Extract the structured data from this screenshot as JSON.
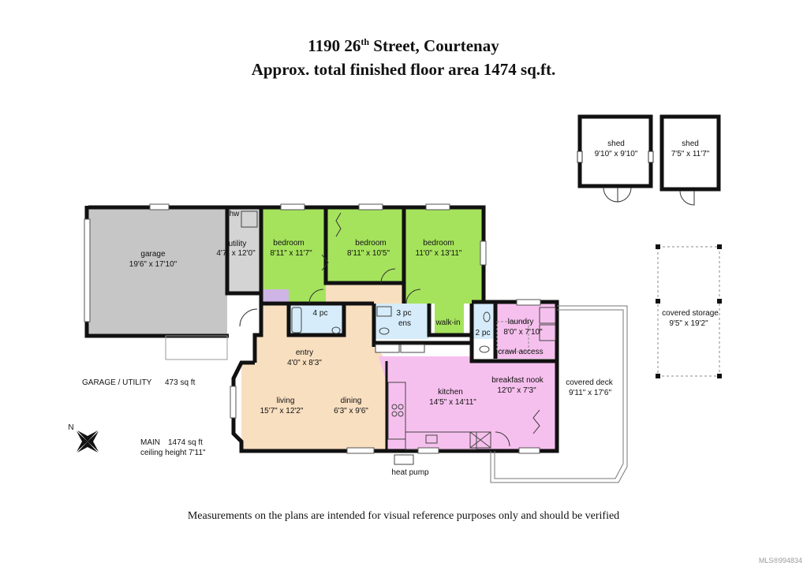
{
  "header": {
    "address_pre": "1190 26",
    "address_sup": "th",
    "address_post": " Street, Courtenay",
    "area_line": "Approx. total finished floor area 1474 sq.ft."
  },
  "rooms": {
    "garage": {
      "name": "garage",
      "dim": "19'6\" x 17'10\""
    },
    "hw": {
      "name": "hw"
    },
    "utility": {
      "name": "utility",
      "dim": "4'7\" x 12'0\""
    },
    "bedroom1": {
      "name": "bedroom",
      "dim": "8'11\" x 11'7\""
    },
    "bedroom2": {
      "name": "bedroom",
      "dim": "8'11\" x 10'5\""
    },
    "bedroom3": {
      "name": "bedroom",
      "dim": "11'0\" x 13'11\""
    },
    "bath4": {
      "name": "4 pc"
    },
    "ens": {
      "name": "3 pc",
      "sub": "ens"
    },
    "walkin": {
      "name": "walk-in"
    },
    "bath2": {
      "name": "2 pc"
    },
    "laundry": {
      "name": "laundry",
      "dim": "8'0\" x 7'10\""
    },
    "crawl": {
      "name": "crawl access"
    },
    "entry": {
      "name": "entry",
      "dim": "4'0\" x 8'3\""
    },
    "living": {
      "name": "living",
      "dim": "15'7\" x 12'2\""
    },
    "dining": {
      "name": "dining",
      "dim": "6'3\" x 9'6\""
    },
    "kitchen": {
      "name": "kitchen",
      "dim": "14'5\" x 14'11\""
    },
    "nook": {
      "name": "breakfast nook",
      "dim": "12'0\" x 7'3\""
    },
    "deck": {
      "name": "covered deck",
      "dim": "9'11\" x 17'6\""
    },
    "shed1": {
      "name": "shed",
      "dim": "9'10\" x 9'10\""
    },
    "shed2": {
      "name": "shed",
      "dim": "7'5\" x 11'7\""
    },
    "storage": {
      "name": "covered storage",
      "dim": "9'5\" x 19'2\""
    }
  },
  "labels": {
    "heat_pump": "heat pump",
    "garage_utility": "GARAGE / UTILITY",
    "garage_utility_area": "473 sq ft",
    "main_label": "MAIN",
    "main_area": "1474 sq ft",
    "ceiling": "ceiling height 7'11\"",
    "compass": "N"
  },
  "colors": {
    "bedroom": "#a5e35c",
    "hall": "#f8dfc0",
    "kitchen": "#f6c0ee",
    "bath": "#d6ecfa",
    "garage": "#c6c6c6",
    "closet": "#cfb5e6",
    "wall": "#111111"
  },
  "footer": {
    "disclaimer": "Measurements on the plans are intended for visual reference purposes only and should be verified",
    "mls": "MLS®994834"
  }
}
